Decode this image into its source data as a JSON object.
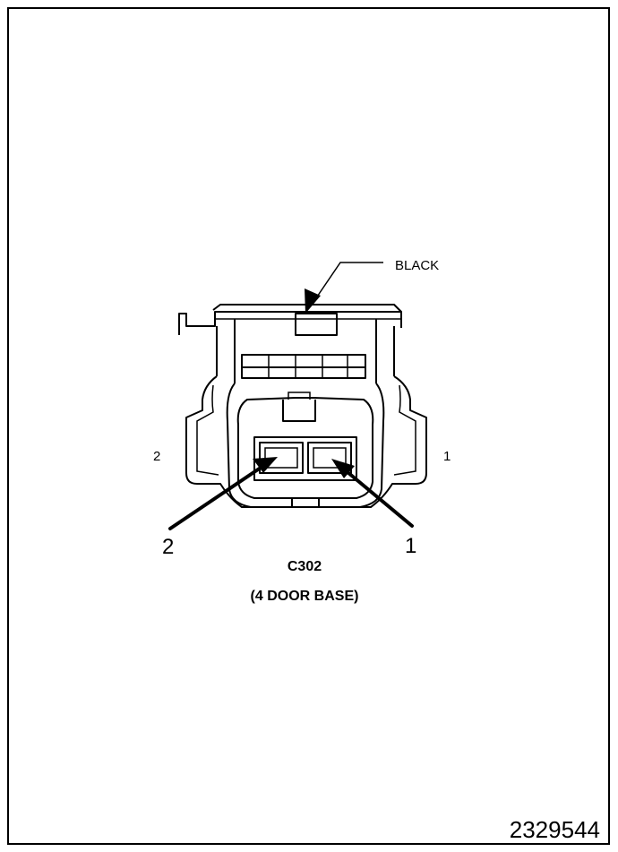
{
  "labels": {
    "color_callout": "BLACK",
    "pin_left_small": "2",
    "pin_right_small": "1",
    "pin_left_large": "2",
    "pin_right_large": "1",
    "connector_id": "C302",
    "connector_desc": "(4 DOOR BASE)",
    "figure_number": "2329544"
  },
  "colors": {
    "ink": "#000000",
    "paper": "#ffffff"
  }
}
